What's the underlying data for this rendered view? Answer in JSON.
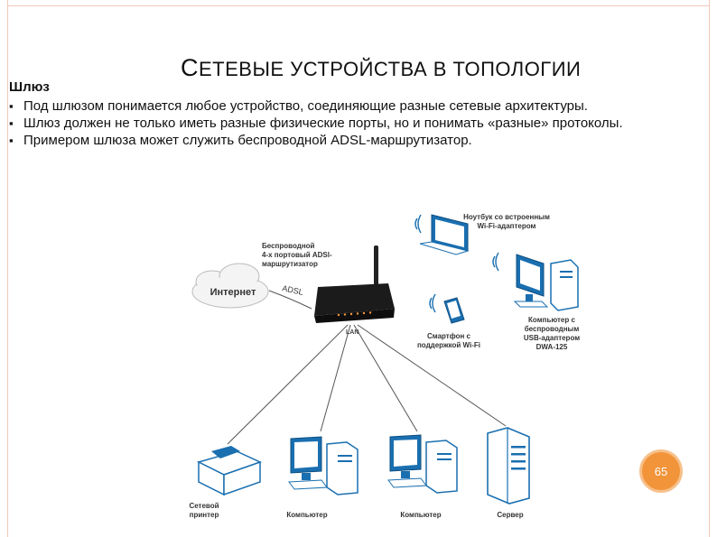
{
  "slide": {
    "title_first_letter": "С",
    "title_rest": "ЕТЕВЫЕ УСТРОЙСТВА В ТОПОЛОГИИ",
    "subheading": "Шлюз",
    "bullets": [
      "Под шлюзом понимается любое устройство, соединяющие разные сетевые архитектуры.",
      "Шлюз должен не только иметь разные физические порты, но и понимать «разные» протоколы.",
      "Примером шлюза может служить беспроводной ADSL-маршрутизатор."
    ],
    "page_number": "65"
  },
  "diagram": {
    "router_label": "Беспроводной\n4-х портовый ADSl-\nмаршрутизатор",
    "internet_label": "Интернет",
    "adsl_label": "ADSL",
    "lan_label": "LAN",
    "laptop_label": "Ноутбук со встроенным\nWi-Fi-адаптером",
    "smartphone_label": "Смартфон с\nподдержкой Wi-Fi",
    "usb_pc_label": "Компьютер с\nбеспроводным\nUSB-адаптером\nDWA-125",
    "printer_label": "Сетевой\nпринтер",
    "computer1_label": "Компьютер",
    "computer2_label": "Компьютер",
    "server_label": "Сервер",
    "colors": {
      "device": "#1a6fb0",
      "accent": "#f2943a",
      "line": "#555555"
    }
  }
}
